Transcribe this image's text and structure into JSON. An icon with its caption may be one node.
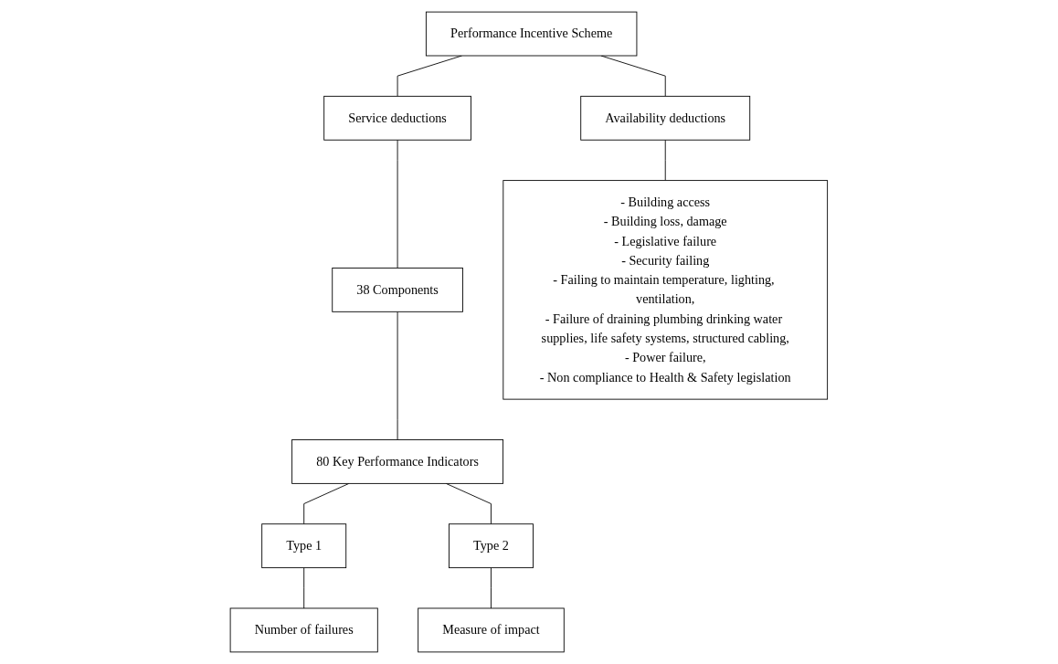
{
  "diagram": {
    "nodes": [
      {
        "text": [
          "Performance Incentive Scheme"
        ]
      },
      {
        "text": [
          "Service deductions"
        ]
      },
      {
        "text": [
          "Availability deductions"
        ]
      },
      {
        "text": [
          "38 Components"
        ]
      },
      {
        "text": [
          "80 Key Performance Indicators"
        ]
      },
      {
        "text": [
          "Type 1"
        ]
      },
      {
        "text": [
          "Type 2"
        ]
      },
      {
        "text": [
          "Number of failures"
        ]
      },
      {
        "text": [
          "Measure of impact"
        ]
      },
      {
        "text": [
          "- Building access",
          "- Building loss, damage",
          "- Legislative failure",
          "- Security failing",
          "- Failing to maintain temperature, lighting, ventilation,",
          "- Failure of draining plumbing drinking water supplies, life safety systems, structured cabling,",
          "- Power failure,",
          "- Non compliance to Health & Safety legislation"
        ]
      }
    ],
    "edges": [
      {
        "from": 0,
        "to": 1,
        "arrow": "none"
      },
      {
        "from": 0,
        "to": 2,
        "arrow": "none"
      },
      {
        "from": 1,
        "to": 3,
        "arrow": "none"
      },
      {
        "from": 3,
        "to": 4,
        "arrow": "none"
      },
      {
        "from": 4,
        "to": 5,
        "arrow": "none"
      },
      {
        "from": 4,
        "to": 6,
        "arrow": "none"
      },
      {
        "from": 5,
        "to": 7,
        "arrow": "none"
      },
      {
        "from": 6,
        "to": 8,
        "arrow": "none"
      },
      {
        "from": 2,
        "to": 9,
        "arrow": "none"
      }
    ]
  }
}
